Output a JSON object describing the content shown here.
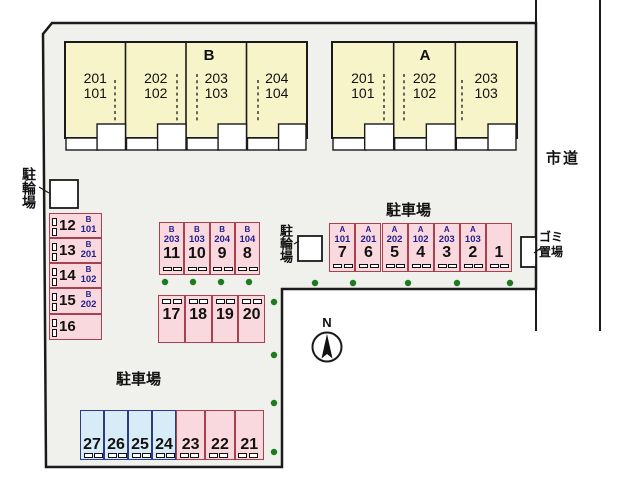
{
  "labels": {
    "road": "市道",
    "parking_right": "駐車場",
    "parking_bottom": "駐車場",
    "bicycle_left": "駐輪場",
    "bicycle_middle": "駐輪場",
    "garbage_line1": "ゴミ",
    "garbage_line2": "置場",
    "north": "N"
  },
  "buildings": [
    {
      "name": "B",
      "units": [
        {
          "upper": "201",
          "lower": "101"
        },
        {
          "upper": "202",
          "lower": "102"
        },
        {
          "upper": "203",
          "lower": "103"
        },
        {
          "upper": "204",
          "lower": "104"
        }
      ]
    },
    {
      "name": "A",
      "units": [
        {
          "upper": "201",
          "lower": "101"
        },
        {
          "upper": "202",
          "lower": "102"
        },
        {
          "upper": "203",
          "lower": "103"
        }
      ]
    }
  ],
  "parking": {
    "right_row": [
      {
        "num": "7",
        "building": "A",
        "unit": "101"
      },
      {
        "num": "6",
        "building": "A",
        "unit": "201"
      },
      {
        "num": "5",
        "building": "A",
        "unit": "202"
      },
      {
        "num": "4",
        "building": "A",
        "unit": "102"
      },
      {
        "num": "3",
        "building": "A",
        "unit": "203"
      },
      {
        "num": "2",
        "building": "A",
        "unit": "103"
      },
      {
        "num": "1"
      }
    ],
    "middle_row": [
      {
        "num": "11",
        "building": "B",
        "unit": "203"
      },
      {
        "num": "10",
        "building": "B",
        "unit": "103"
      },
      {
        "num": "9",
        "building": "B",
        "unit": "204"
      },
      {
        "num": "8",
        "building": "B",
        "unit": "104"
      }
    ],
    "left_column": [
      {
        "num": "12",
        "building": "B",
        "unit": "101"
      },
      {
        "num": "13",
        "building": "B",
        "unit": "201"
      },
      {
        "num": "14",
        "building": "B",
        "unit": "102"
      },
      {
        "num": "15",
        "building": "B",
        "unit": "202"
      },
      {
        "num": "16"
      }
    ],
    "row_17_20": [
      {
        "num": "17"
      },
      {
        "num": "18"
      },
      {
        "num": "19"
      },
      {
        "num": "20"
      }
    ],
    "bottom_row": [
      {
        "num": "27",
        "color": "blue"
      },
      {
        "num": "26",
        "color": "blue"
      },
      {
        "num": "25",
        "color": "blue"
      },
      {
        "num": "24",
        "color": "blue"
      },
      {
        "num": "23",
        "color": "pink"
      },
      {
        "num": "22",
        "color": "pink"
      },
      {
        "num": "21",
        "color": "pink"
      }
    ]
  },
  "colors": {
    "site_fill": "#f0f0ec",
    "outline": "#1a1a1a",
    "building_fill": "#f8f4c9",
    "space_pink_fill": "#f9d9de",
    "space_pink_border": "#a8414f",
    "space_blue_fill": "#d8ecf8",
    "space_blue_border": "#2c3a8c",
    "unit_label_blue": "#1f1f8f",
    "shrub_green": "#1e7a1e"
  }
}
